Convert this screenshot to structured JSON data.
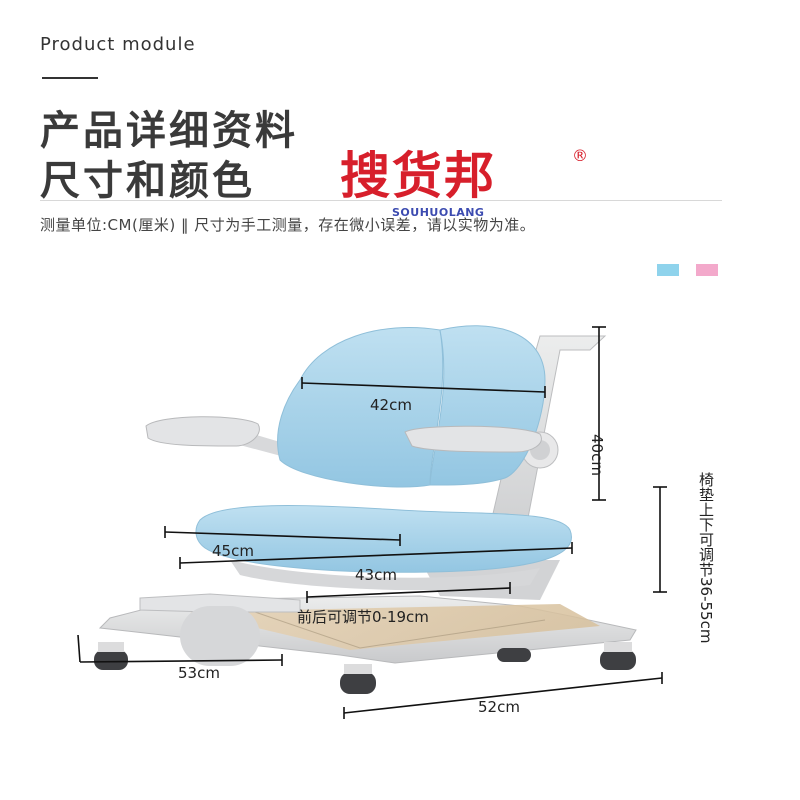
{
  "header": {
    "eyebrow": "Product module",
    "title_line1": "产品详细资料",
    "title_line2": "尺寸和颜色",
    "note": "测量单位:CM(厘米) ‖ 尺寸为手工测量，存在微小误差，请以实物为准。"
  },
  "watermark": {
    "name": "搜货邦",
    "registered": "®",
    "latin": "SOUHUOLANG"
  },
  "colors": {
    "options": [
      "#8fd3ec",
      "#f3a9cb"
    ],
    "chair_blue": "#a9d4ea",
    "frame_gray": "#d9dadc"
  },
  "dimensions": {
    "backrest_width": "42cm",
    "backrest_height": "40cm",
    "seat_width": "45cm",
    "seat_depth": "43cm",
    "seat_slide": "前后可调节0-19cm",
    "seat_height": "椅垫上下可调节36-55cm",
    "base_depth": "53cm",
    "base_width": "52cm"
  }
}
